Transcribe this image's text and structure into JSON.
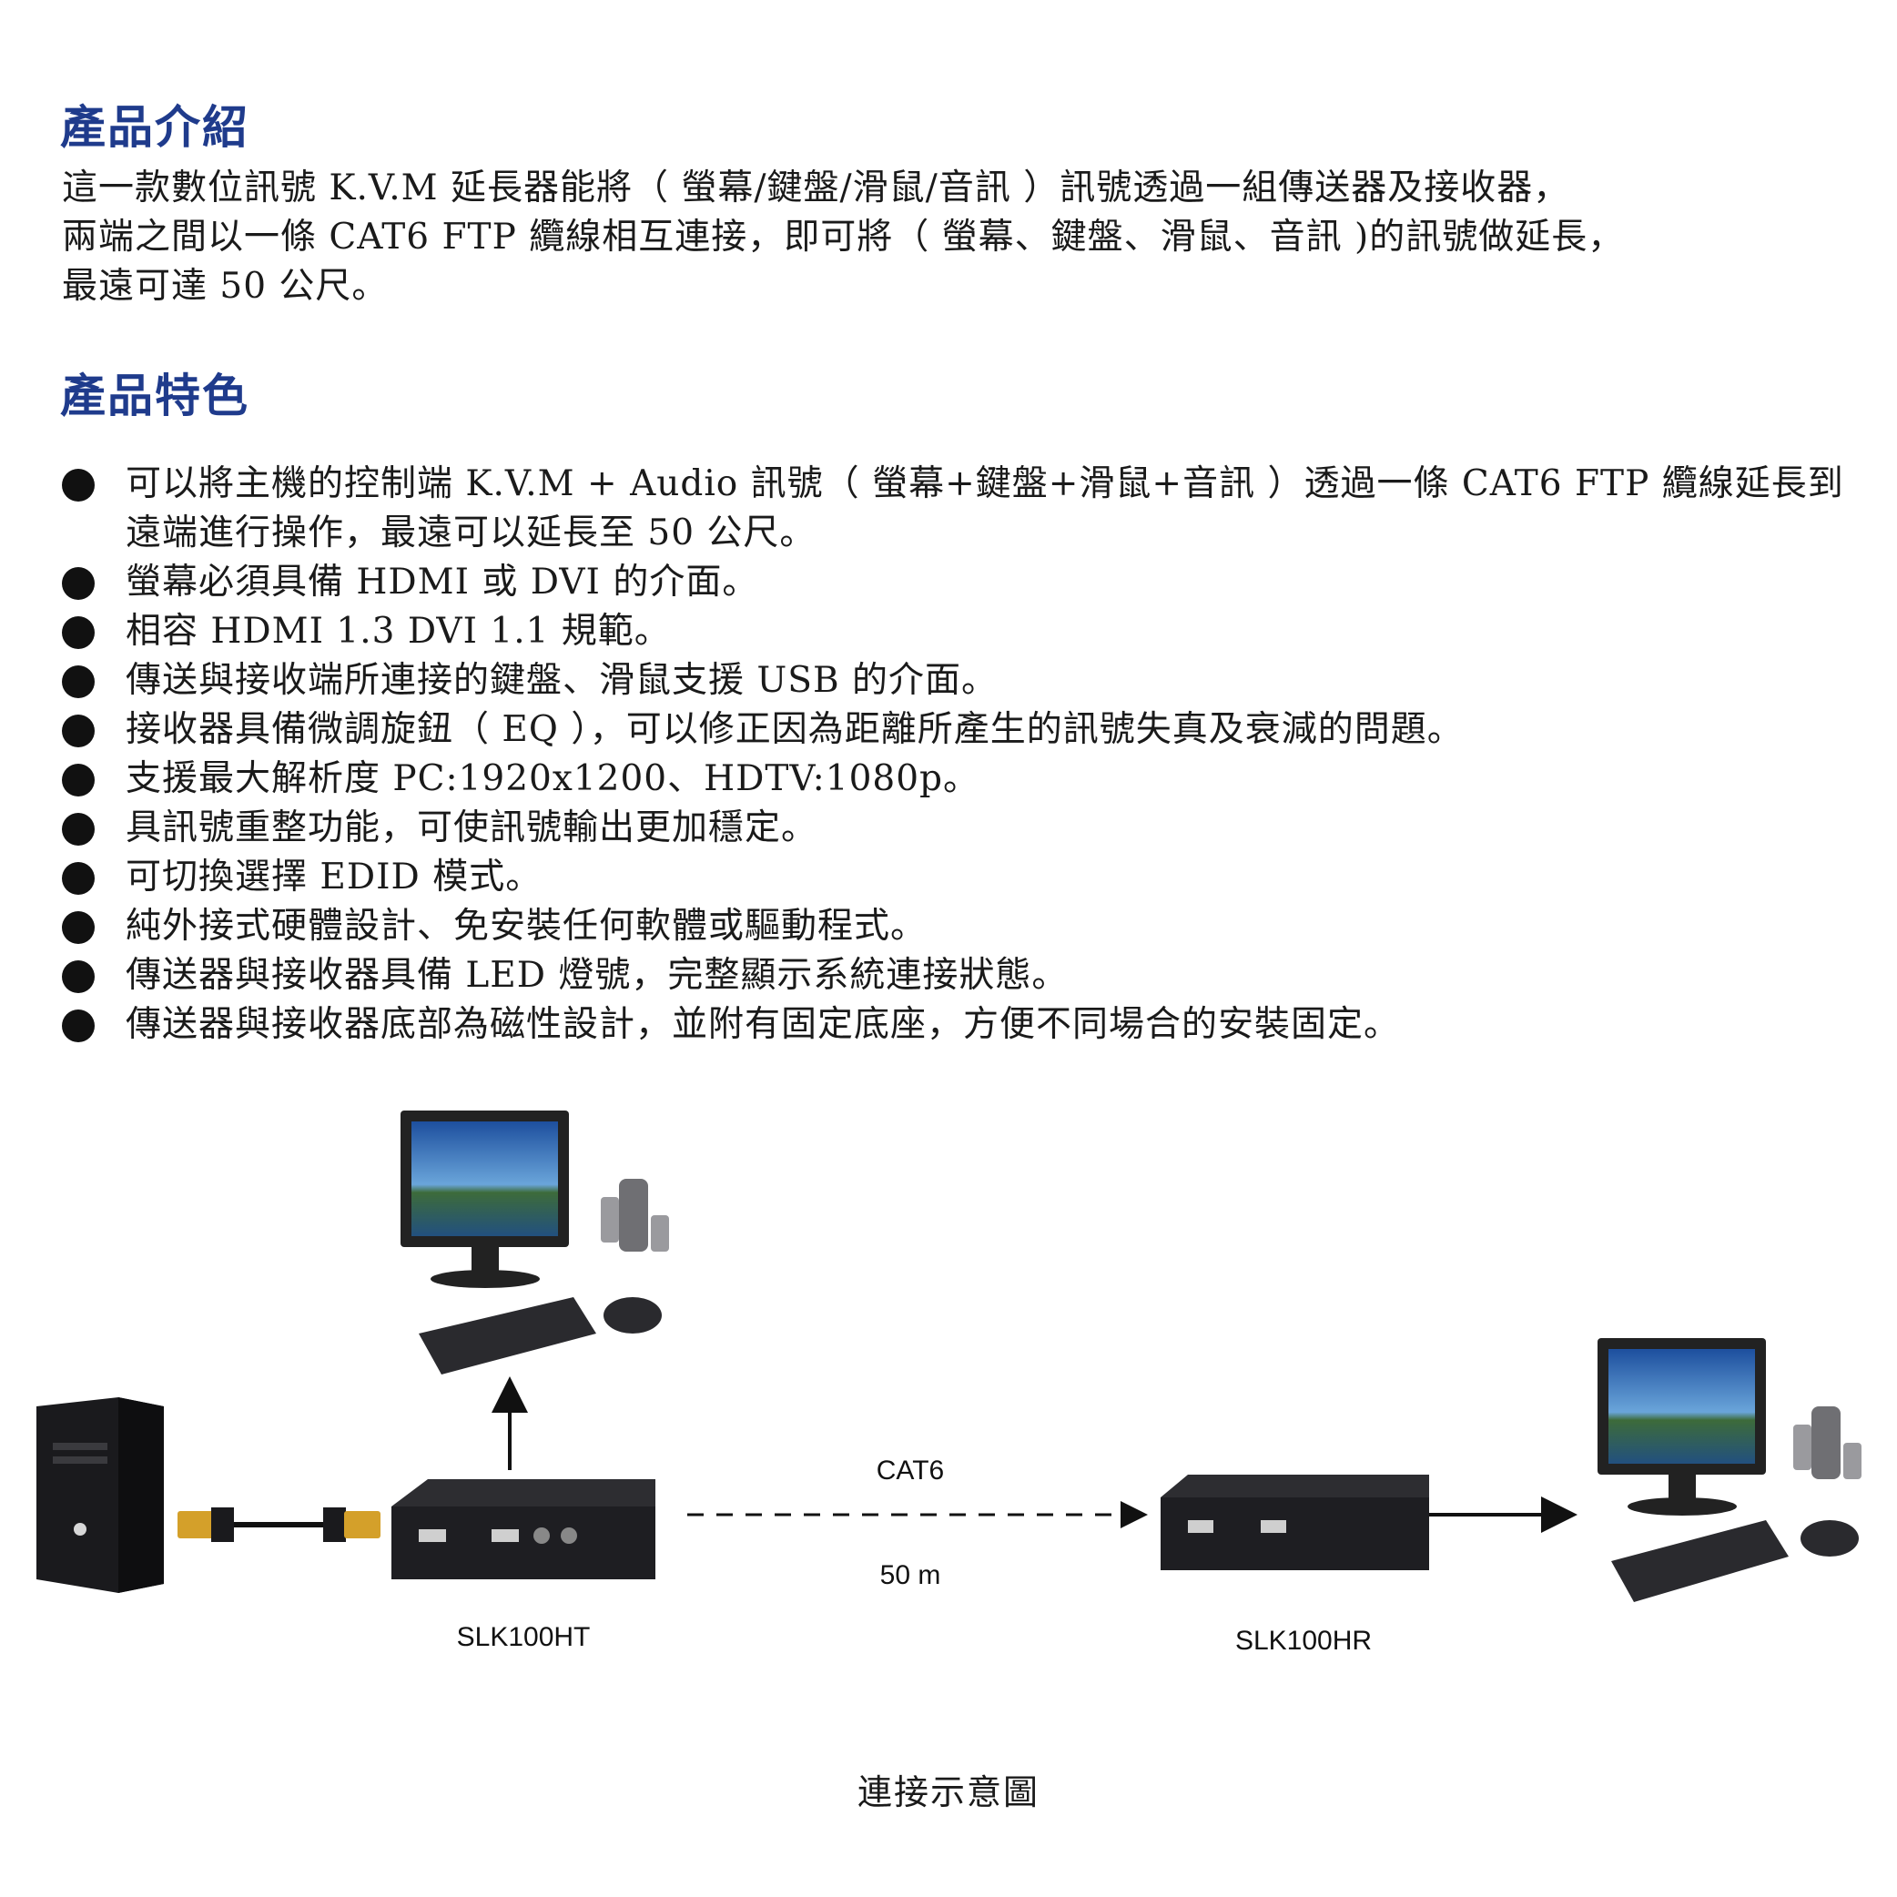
{
  "intro": {
    "heading": "產品介紹",
    "lines": [
      "這一款數位訊號 K.V.M 延長器能將（ 螢幕/鍵盤/滑鼠/音訊 ）訊號透過一組傳送器及接收器，",
      "兩端之間以一條 CAT6 FTP 纜線相互連接，即可將（ 螢幕、鍵盤、滑鼠、音訊 )的訊號做延長，",
      "最遠可達 50 公尺。"
    ]
  },
  "features": {
    "heading": "產品特色",
    "items": [
      "可以將主機的控制端 K.V.M + Audio 訊號（ 螢幕+鍵盤+滑鼠+音訊 ）透過一條 CAT6 FTP 纜線延長到遠端進行操作，最遠可以延長至 50 公尺。",
      "螢幕必須具備 HDMI 或 DVI 的介面。",
      "相容 HDMI 1.3 DVI 1.1 規範。",
      "傳送與接收端所連接的鍵盤、滑鼠支援 USB 的介面。",
      "接收器具備微調旋鈕（ EQ ），可以修正因為距離所產生的訊號失真及衰減的問題。",
      "支援最大解析度 PC:1920x1200、HDTV:1080p。",
      "具訊號重整功能，可使訊號輸出更加穩定。",
      "可切換選擇 EDID 模式。",
      "純外接式硬體設計、免安裝任何軟體或驅動程式。",
      "傳送器與接收器具備 LED 燈號，完整顯示系統連接狀態。",
      "傳送器與接收器底部為磁性設計，並附有固定底座，方便不同場合的安裝固定。"
    ]
  },
  "diagram": {
    "cable_label": "CAT6",
    "distance_label": "50 m",
    "transmitter_label": "SLK100HT",
    "receiver_label": "SLK100HR",
    "caption": "連接示意圖",
    "colors": {
      "device": "#1e1e22",
      "screen": "#2a64b8",
      "connector": "#d4a02a"
    }
  }
}
